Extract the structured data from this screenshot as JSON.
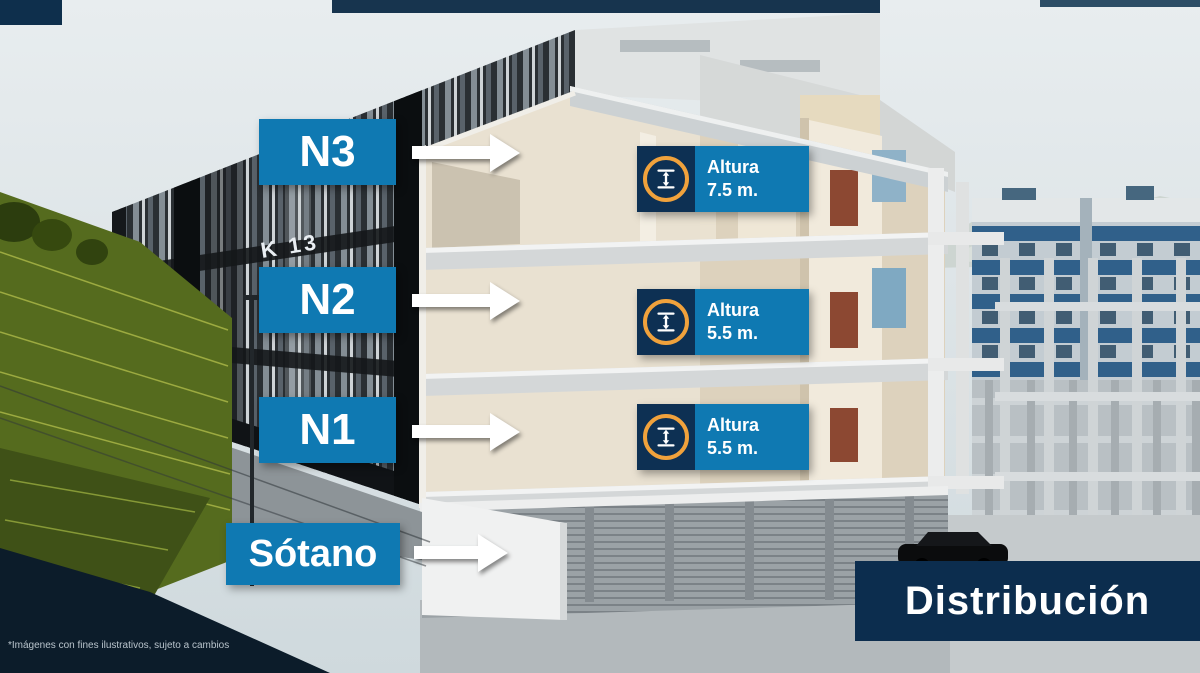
{
  "colors": {
    "badge_blue": "#0f79b2",
    "navy": "#0c2d4e",
    "icon_orange": "#f0a23c",
    "arrow_white": "#ffffff"
  },
  "scene": {
    "building_sign": "K 13",
    "disclaimer": "*Imágenes con fines ilustrativos, sujeto a cambios"
  },
  "title_box": {
    "label": "Distribución"
  },
  "floors": [
    {
      "label": "N3",
      "altura_label": "Altura",
      "altura_value": "7.5 m."
    },
    {
      "label": "N2",
      "altura_label": "Altura",
      "altura_value": "5.5 m."
    },
    {
      "label": "N1",
      "altura_label": "Altura",
      "altura_value": "5.5 m."
    },
    {
      "label": "Sótano"
    }
  ]
}
